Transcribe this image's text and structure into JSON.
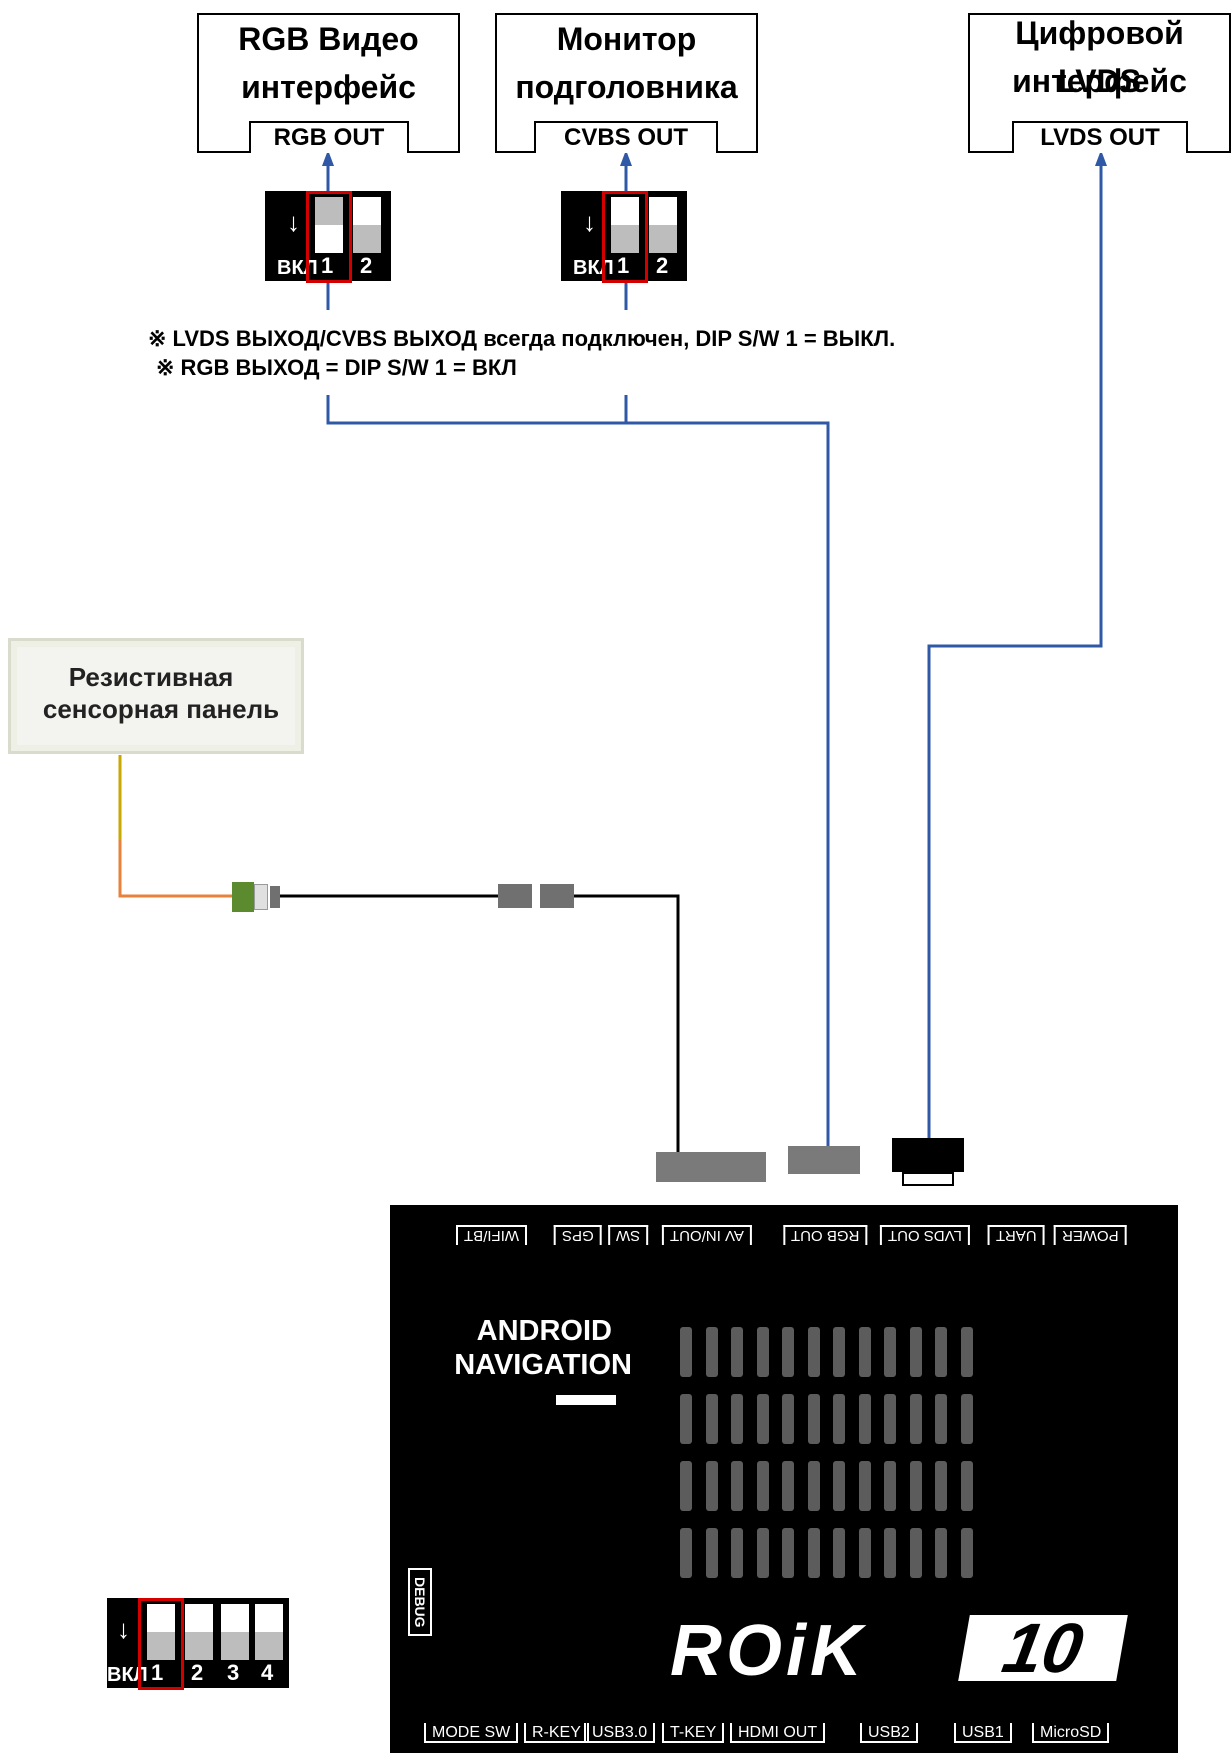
{
  "boxes": {
    "rgb": {
      "title_line1": "RGB Видео",
      "title_line2": "интерфейс",
      "port": "RGB OUT"
    },
    "monitor": {
      "title_line1": "Монитор",
      "title_line2": "подголовника",
      "port": "CVBS OUT"
    },
    "lvds": {
      "title_line1": "Цифровой LVDS",
      "title_line2": "интерфейс",
      "port": "LVDS OUT"
    }
  },
  "dip_small": {
    "on_label": "ВКЛ",
    "sw1": "1",
    "sw2": "2"
  },
  "dip_bottom": {
    "on_label": "ВКЛ",
    "sw1": "1",
    "sw2": "2",
    "sw3": "3",
    "sw4": "4"
  },
  "notes": {
    "line1": "※ LVDS ВЫХОД/CVBS ВЫХОД всегда подключен, DIP S/W 1 = ВЫКЛ.",
    "line2": "※ RGB ВЫХОД = DIP S/W 1 = ВКЛ"
  },
  "touch_panel": {
    "line1": "Резистивная",
    "line2": "сенсорная панель"
  },
  "device": {
    "top_ports": [
      "POWER",
      "UART",
      "LVDS OUT",
      "RGB OUT",
      "AV IN/OUT",
      "SW",
      "GPS",
      "WIFI/BT"
    ],
    "bottom_ports": [
      "MODE SW",
      "R-KEY",
      "USB3.0",
      "T-KEY",
      "HDMI OUT",
      "USB2",
      "USB1",
      "MicroSD"
    ],
    "debug": "DEBUG",
    "android_line1": "ANDROID",
    "android_line2": "NAVIGATION",
    "brand": "ROiK",
    "brand_number": "10"
  },
  "colors": {
    "wire_blue": "#2f58a6",
    "wire_black": "#000000",
    "wire_orange": "#e8823a",
    "highlight_red": "#d40000"
  }
}
